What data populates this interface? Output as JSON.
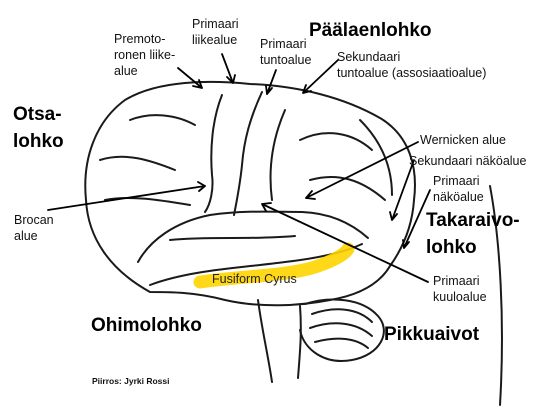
{
  "lobes": {
    "frontal": "Otsa-\nlohko",
    "parietal": "Päälaenlohko",
    "occipital": "Takaraivo-\nlohko",
    "temporal": "Ohimolohko",
    "cerebellum": "Pikkuaivot"
  },
  "areas": {
    "premotor": "Premoto-\nronen liike-\nalue",
    "primary_motor": "Primaari\nliikealue",
    "primary_sensory": "Primaari\ntuntoalue",
    "secondary_sensory": "Sekundaari\ntuntoalue (assosiaatioalue)",
    "wernicke": "Wernicken alue",
    "secondary_visual": "Sekundaari näköalue",
    "primary_visual": "Primaari\nnäköalue",
    "broca": "Brocan\nalue",
    "primary_auditory": "Primaari\nkuuloalue",
    "fusiform": "Fusiform Cyrus"
  },
  "credit": "Piirros: Jyrki Rossi",
  "colors": {
    "fusiform_highlight": "#ffd400"
  }
}
